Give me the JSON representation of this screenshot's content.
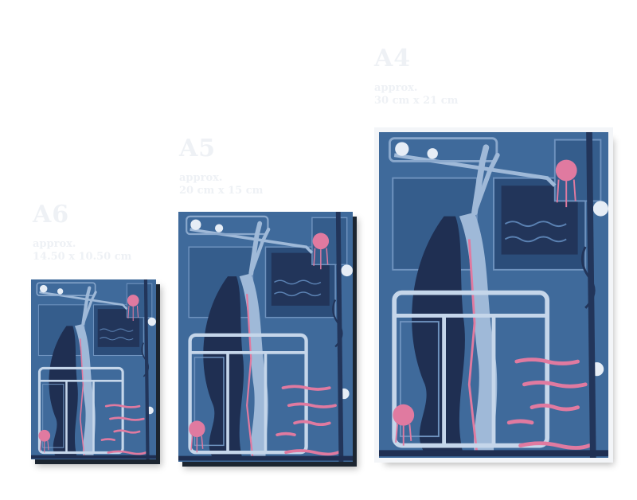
{
  "sizes": [
    {
      "name": "A6",
      "approx_label": "approx.",
      "dimensions": "14.50 x 10.50 cm"
    },
    {
      "name": "A5",
      "approx_label": "approx.",
      "dimensions": "20 cm x 15 cm"
    },
    {
      "name": "A4",
      "approx_label": "approx.",
      "dimensions": "30 cm x 21 cm"
    }
  ],
  "colors": {
    "background": "#ffffff",
    "label_text": "#eef1f5",
    "artwork_blue": "#3f6a9b",
    "artwork_dark": "#22355a",
    "artwork_light": "#9fb9d8",
    "coral_pink": "#e07aa0",
    "print_shadow": "#1c2530"
  },
  "icons": [
    "jellyfish-icon",
    "coral-icon",
    "handrail-icon"
  ]
}
